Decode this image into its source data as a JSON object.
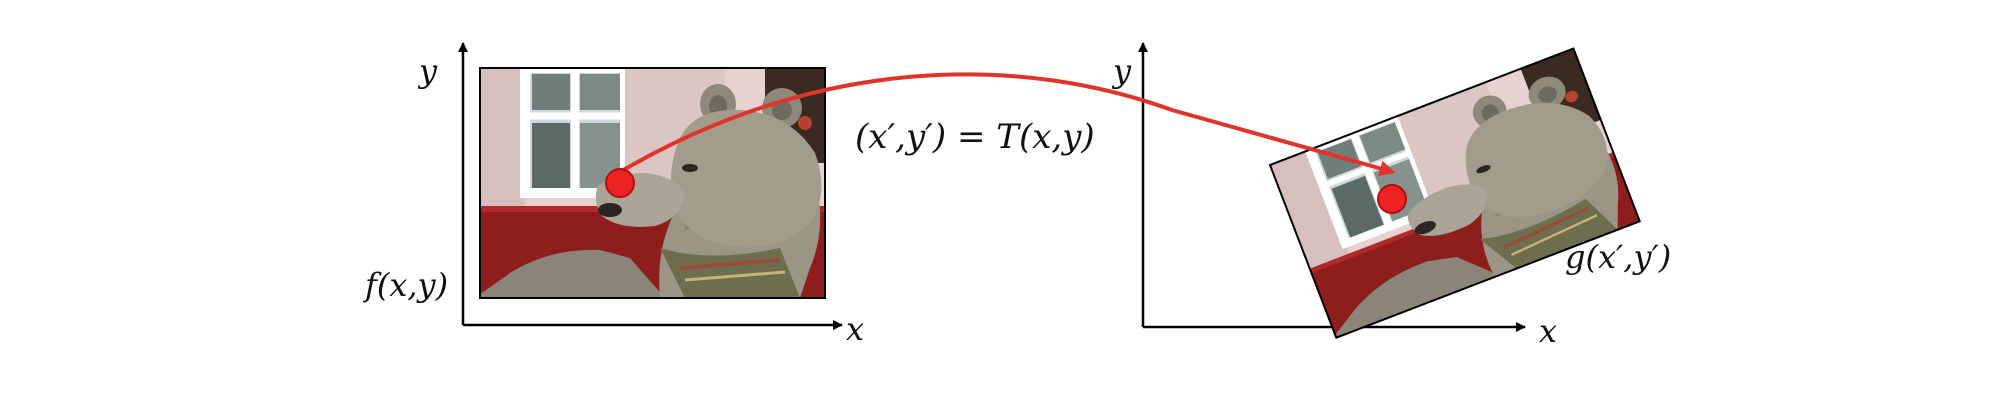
{
  "source_label": "f(x,y)",
  "target_label": "g(x′,y′)",
  "transform_label": "(x′,y′) = T(x,y)",
  "axes": {
    "left": {
      "x_label": "x",
      "y_label": "y"
    },
    "right": {
      "x_label": "x",
      "y_label": "y"
    }
  },
  "colors": {
    "arrow": "#e0342b",
    "point": "#ee2222",
    "point_stroke": "#b01010",
    "axis": "#000000"
  },
  "content": {
    "source_image": "teddy-bear-photo",
    "target_image": "teddy-bear-photo-rotated"
  }
}
